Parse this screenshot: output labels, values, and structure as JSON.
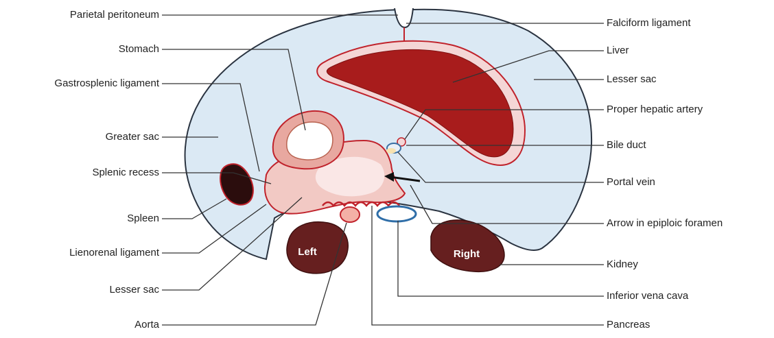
{
  "diagram": {
    "labels_left": [
      "Parietal peritoneum",
      "Stomach",
      "Gastrosplenic ligament",
      "Greater sac",
      "Splenic recess",
      "Spleen",
      "Lienorenal ligament",
      "Lesser sac",
      "Aorta"
    ],
    "labels_right": [
      "Falciform ligament",
      "Liver",
      "Lesser sac",
      "Proper hepatic artery",
      "Bile duct",
      "Portal vein",
      "Arrow in epiploic foramen",
      "Kidney",
      "Inferior vena cava",
      "Pancreas"
    ],
    "kidney_left_label": "Left",
    "kidney_right_label": "Right"
  }
}
